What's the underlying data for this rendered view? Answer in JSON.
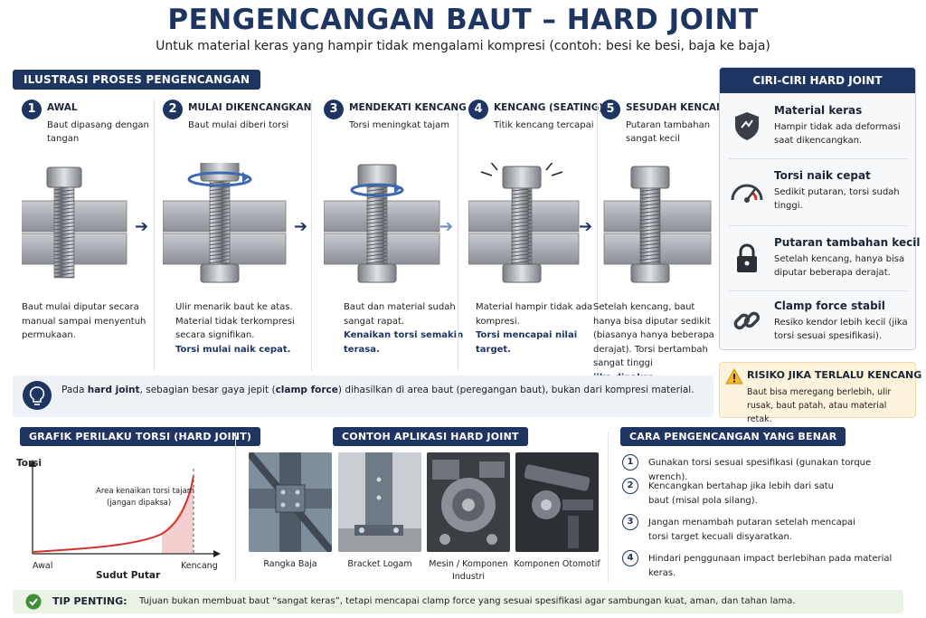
{
  "header": {
    "title": "PENGENCANGAN BAUT – HARD JOINT",
    "subtitle": "Untuk material keras yang hampir tidak mengalami kompresi (contoh: besi ke besi, baja ke baja)"
  },
  "process": {
    "label": "ILUSTRASI PROSES PENGENCANGAN",
    "steps": [
      {
        "num": "1",
        "title": "AWAL",
        "sub": "Baut dipasang dengan tangan",
        "desc": "Baut mulai diputar secara manual sampai menyentuh permukaan.",
        "highlight": ""
      },
      {
        "num": "2",
        "title": "MULAI DIKENCANGKAN",
        "sub": "Baut mulai diberi torsi",
        "desc": "Ulir menarik baut ke atas. Material tidak terkompresi secara signifikan.",
        "highlight": "Torsi mulai naik cepat."
      },
      {
        "num": "3",
        "title": "MENDEKATI KENCANG",
        "sub": "Torsi meningkat tajam",
        "desc": "Baut dan material sudah sangat rapat.",
        "highlight": "Kenaikan torsi semakin terasa."
      },
      {
        "num": "4",
        "title": "KENCANG (SEATING)",
        "sub": "Titik kencang tercapai",
        "desc": "Material hampir tidak ada kompresi.",
        "highlight": "Torsi mencapai nilai target."
      },
      {
        "num": "5",
        "title": "SESUDAH KENCANG",
        "sub": "Putaran tambahan sangat kecil",
        "desc": "Setelah kencang, baut hanya bisa diputar sedikit (biasanya hanya beberapa derajat). Torsi bertambah sangat tinggi",
        "highlight": "jika dipaksa."
      }
    ]
  },
  "ciri": {
    "label": "CIRI-CIRI HARD JOINT",
    "items": [
      {
        "title": "Material keras",
        "desc": "Hampir tidak ada deformasi saat dikencangkan.",
        "icon": "shield-icon"
      },
      {
        "title": "Torsi naik cepat",
        "desc": "Sedikit putaran, torsi sudah tinggi.",
        "icon": "gauge-icon"
      },
      {
        "title": "Putaran tambahan kecil",
        "desc": "Setelah kencang, hanya bisa diputar beberapa derajat.",
        "icon": "lock-icon"
      },
      {
        "title": "Clamp force stabil",
        "desc": "Resiko kendor lebih kecil (jika torsi sesuai spesifikasi).",
        "icon": "chain-link-icon"
      }
    ]
  },
  "risk": {
    "title": "RISIKO JIKA TERLALU KENCANG",
    "desc": "Baut bisa meregang berlebih, ulir rusak, baut patah, atau material retak."
  },
  "info": {
    "pre": "Pada ",
    "b1": "hard joint",
    "mid": ", sebagian besar gaya jepit (",
    "b2": "clamp force",
    "post": ") dihasilkan di area baut (peregangan baut), bukan dari kompresi material."
  },
  "graph": {
    "label": "GRAFIK PERILAKU TORSI (HARD JOINT)",
    "ylabel": "Torsi",
    "xlabel": "Sudut Putar",
    "x_start": "Awal",
    "x_end": "Kencang",
    "annotation1": "Area kenaikan torsi tajam",
    "annotation2": "(jangan dipaksa)"
  },
  "apps": {
    "label": "CONTOH APLIKASI HARD JOINT",
    "items": [
      {
        "label": "Rangka Baja"
      },
      {
        "label": "Bracket Logam"
      },
      {
        "label": "Mesin / Komponen Industri"
      },
      {
        "label": "Komponen Otomotif"
      }
    ]
  },
  "howto": {
    "label": "CARA PENGENCANGAN YANG BENAR",
    "items": [
      {
        "num": "1",
        "text": "Gunakan torsi sesuai spesifikasi (gunakan torque wrench)."
      },
      {
        "num": "2",
        "text": "Kencangkan bertahap jika lebih dari satu baut (misal pola silang)."
      },
      {
        "num": "3",
        "text": "Jangan menambah putaran setelah mencapai torsi target kecuali disyaratkan."
      },
      {
        "num": "4",
        "text": "Hindari penggunaan impact berlebihan pada material keras."
      }
    ]
  },
  "tip": {
    "label": "TIP PENTING:",
    "text": "Tujuan bukan membuat baut “sangat keras”, tetapi mencapai clamp force yang sesuai spesifikasi agar sambungan kuat, aman, dan tahan lama."
  }
}
